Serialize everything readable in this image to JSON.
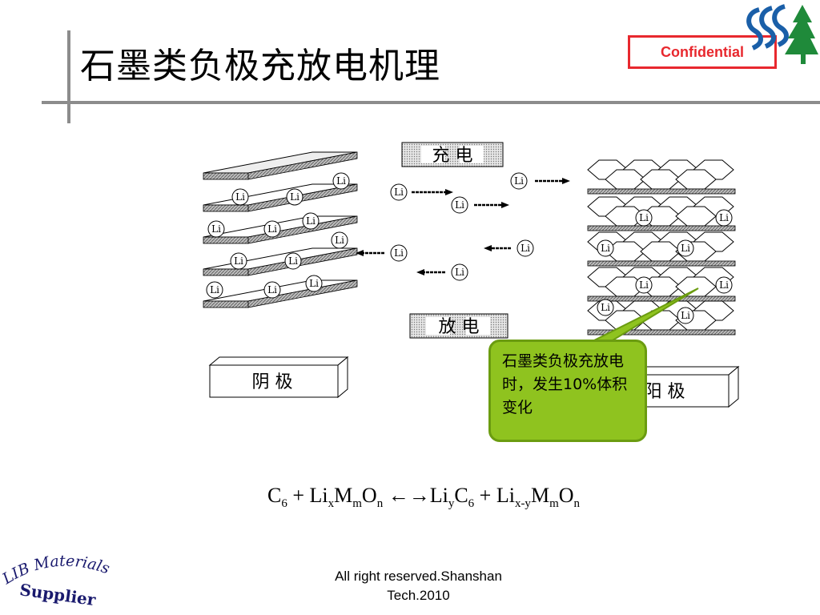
{
  "slide": {
    "title": "石墨类负极充放电机理",
    "confidential": "Confidential",
    "footer_line1": "All right reserved.Shanshan",
    "footer_line2": "Tech.2010",
    "footer_logo_text_top": "LIB Materials",
    "footer_logo_text_bottom": "Supplier"
  },
  "diagram": {
    "charge_label": "充 电",
    "discharge_label": "放 电",
    "cathode_label": "阴 极",
    "anode_label": "阳 极",
    "ion_label": "Li"
  },
  "callout": {
    "text": "石墨类负极充放电时，发生10%体积变化"
  },
  "equation": {
    "lhs_c": "C",
    "lhs_c_sub": "6",
    "plus1": " + Li",
    "x_sub": "x",
    "m1": "M",
    "m_sub1": "m",
    "o1": "O",
    "n_sub1": "n",
    "arrow": " ←→Li",
    "y_sub": "y",
    "c2": "C",
    "c2_sub": "6",
    "plus2": " + Li",
    "xy_sub": "x-y",
    "m2": "M",
    "m_sub2": "m",
    "o2": "O",
    "n_sub2": "n"
  },
  "colors": {
    "confidential_red": "#e8282e",
    "callout_green": "#8fc31f",
    "rule_gray": "#8c8c8c",
    "logo_blue": "#1a5fa8",
    "logo_green": "#1f8a3a"
  }
}
